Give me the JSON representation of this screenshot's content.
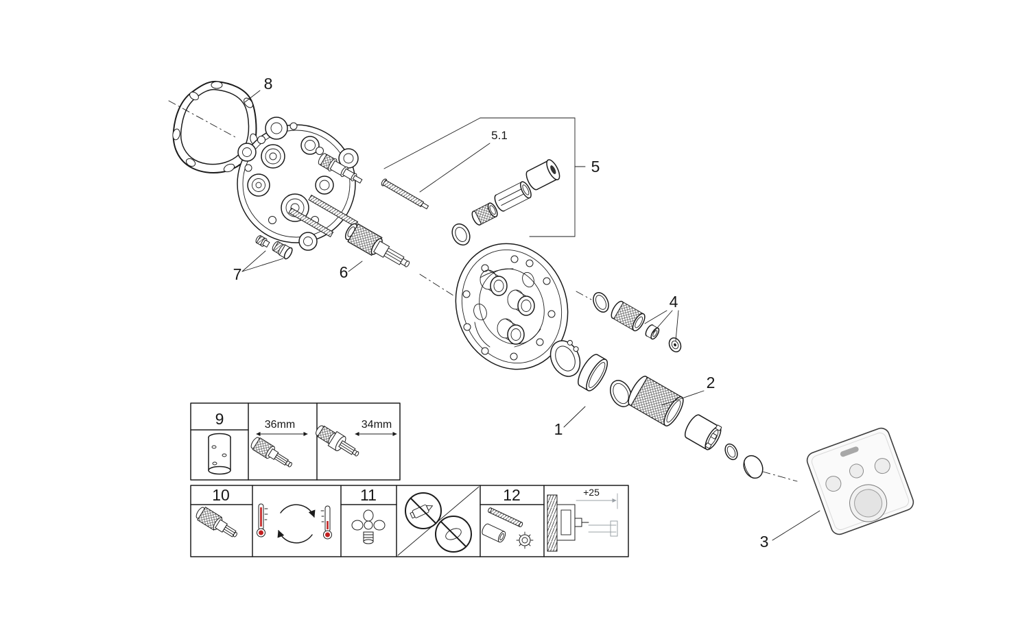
{
  "callouts": {
    "c1": "1",
    "c2": "2",
    "c3": "3",
    "c4": "4",
    "c5": "5",
    "c5_1": "5.1",
    "c6": "6",
    "c7": "7",
    "c8": "8",
    "c9": "9",
    "c10": "10",
    "c11": "11",
    "c12": "12"
  },
  "dimensions": {
    "cartridge_standard": "36mm",
    "cartridge_compact": "34mm",
    "extension_depth": "+25"
  },
  "colors": {
    "line": "#1b1b1b",
    "accent_red": "#c22020",
    "dimension_gray": "#9aa0a6",
    "plate_fill": "#fafafa"
  }
}
